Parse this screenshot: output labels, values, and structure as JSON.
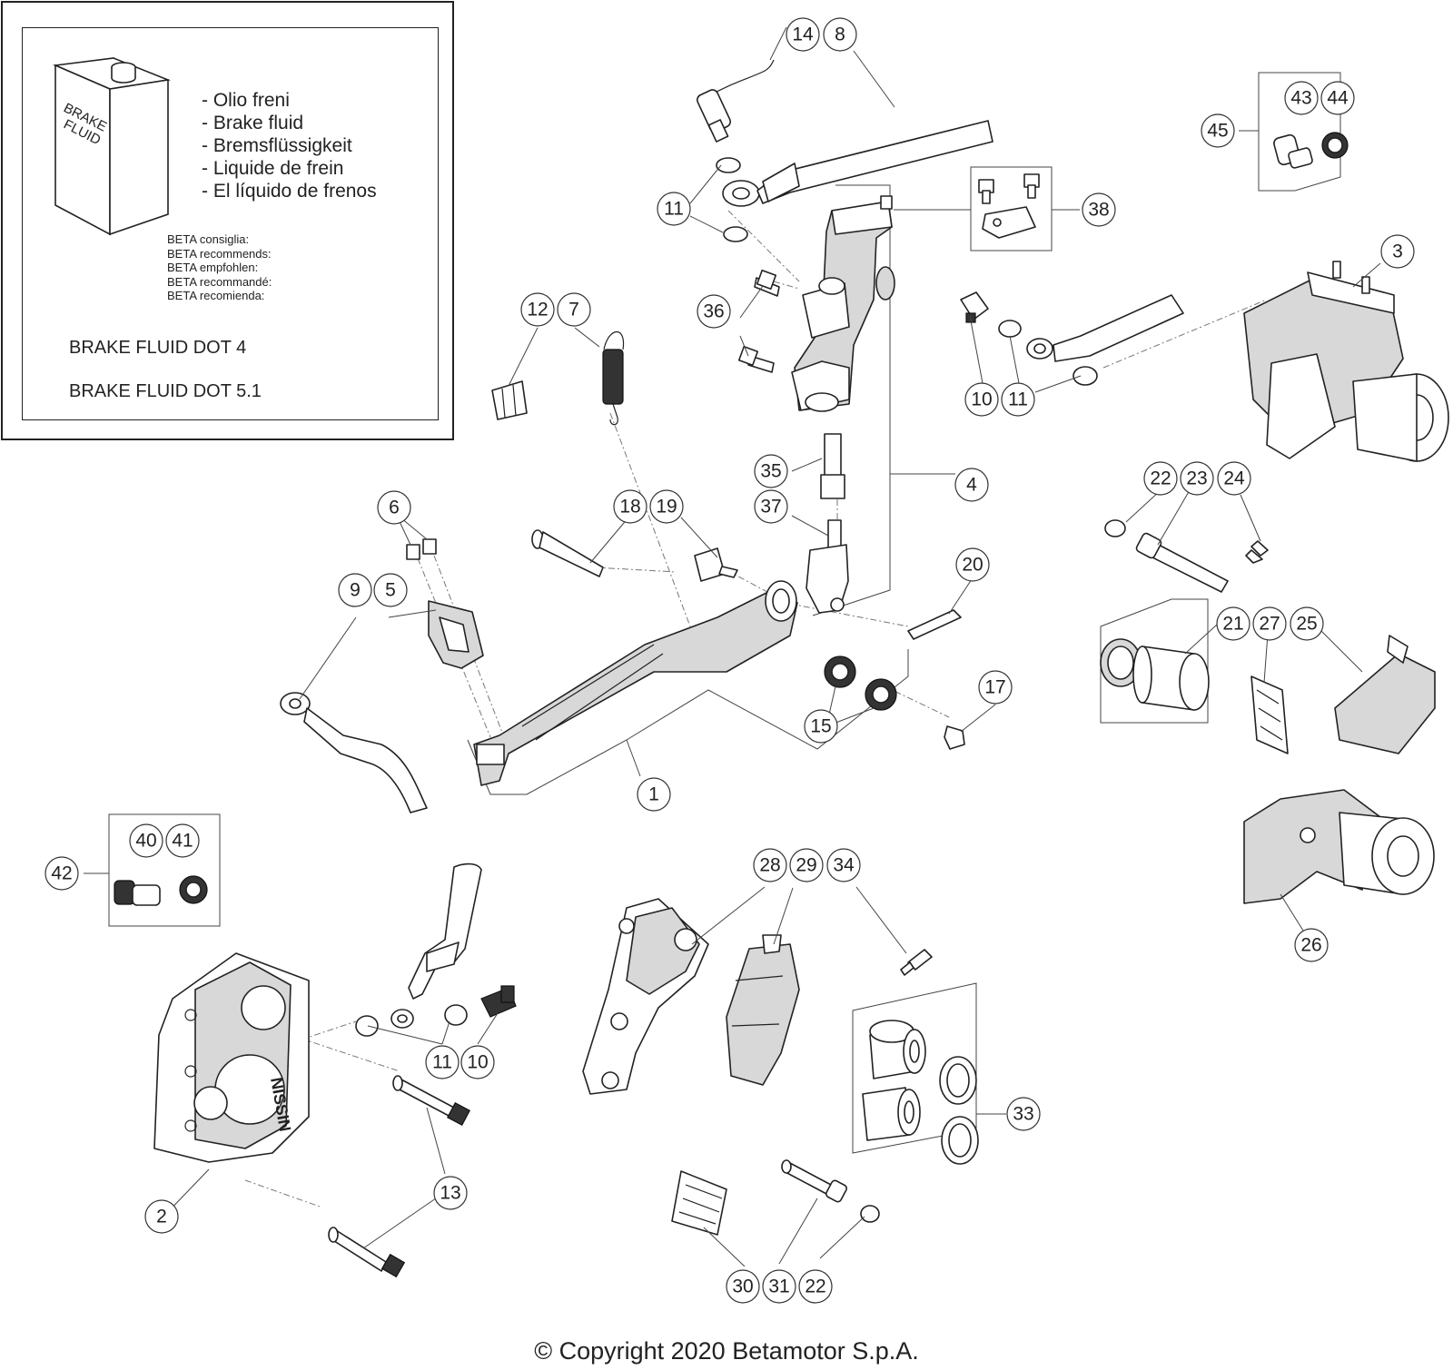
{
  "info_box": {
    "can_label": [
      "BRAKE",
      "FLUID"
    ],
    "fluid_names": [
      "- Olio freni",
      "- Brake fluid",
      "- Bremsflüssigkeit",
      "- Liquide de frein",
      "- El líquido de frenos"
    ],
    "recommends": [
      "BETA consiglia:",
      "BETA recommends:",
      "BETA empfohlen:",
      "BETA recommandé:",
      "BETA recomienda:"
    ],
    "fluid_types": [
      "BRAKE FLUID DOT 4",
      "BRAKE FLUID DOT 5.1"
    ]
  },
  "caliper_brand": "NISSIN",
  "callouts": [
    "1",
    "2",
    "3",
    "4",
    "5",
    "6",
    "7",
    "8",
    "9",
    "10",
    "11",
    "12",
    "13",
    "14",
    "15",
    "17",
    "18",
    "19",
    "20",
    "21",
    "22",
    "23",
    "24",
    "25",
    "26",
    "27",
    "28",
    "29",
    "30",
    "31",
    "33",
    "34",
    "35",
    "36",
    "37",
    "38",
    "40",
    "41",
    "42",
    "43",
    "44",
    "45"
  ],
  "copyright": "© Copyright 2020 Betamotor S.p.A."
}
